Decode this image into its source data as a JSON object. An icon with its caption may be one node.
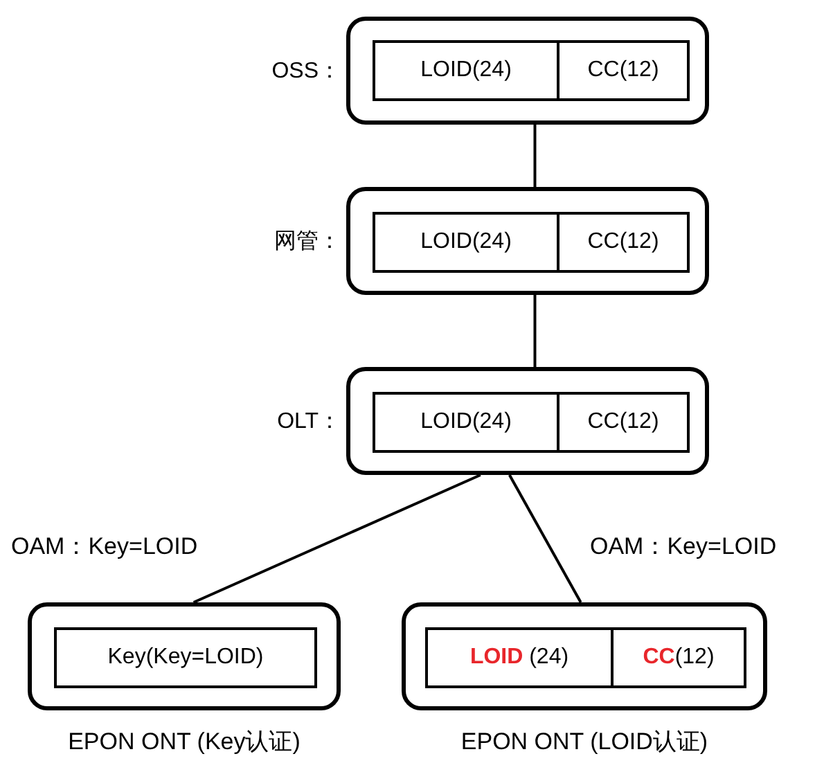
{
  "diagram": {
    "nodes": [
      {
        "text": [
          "OSS："
        ]
      },
      {
        "text": [
          "LOID(24)"
        ],
        "in": 0
      },
      {
        "text": [
          "CC(12)"
        ],
        "in": 0
      },
      {
        "text": [
          "网管："
        ]
      },
      {
        "text": [
          "LOID(24)"
        ],
        "in": 3
      },
      {
        "text": [
          "CC(12)"
        ],
        "in": 3
      },
      {
        "text": [
          "OLT："
        ]
      },
      {
        "text": [
          "LOID(24)"
        ],
        "in": 6
      },
      {
        "text": [
          "CC(12)"
        ],
        "in": 6
      },
      {
        "text": [
          "EPON ONT (Key认证)"
        ]
      },
      {
        "text": [
          "Key(Key=LOID)"
        ],
        "in": 9
      },
      {
        "text": [
          "EPON ONT (LOID认证)"
        ]
      },
      {
        "text": [
          "**LOID** (24)"
        ],
        "in": 11
      },
      {
        "text": [
          "**CC**(12)"
        ],
        "in": 11
      }
    ],
    "edges": [
      {
        "from": 0,
        "to": 3,
        "arrow": "none"
      },
      {
        "from": 3,
        "to": 6,
        "arrow": "none"
      },
      {
        "from": 6,
        "to": 9,
        "arrow": "none",
        "label": "OAM：Key=LOID"
      },
      {
        "from": 6,
        "to": 11,
        "arrow": "none",
        "label": "OAM：Key=LOID"
      }
    ]
  }
}
